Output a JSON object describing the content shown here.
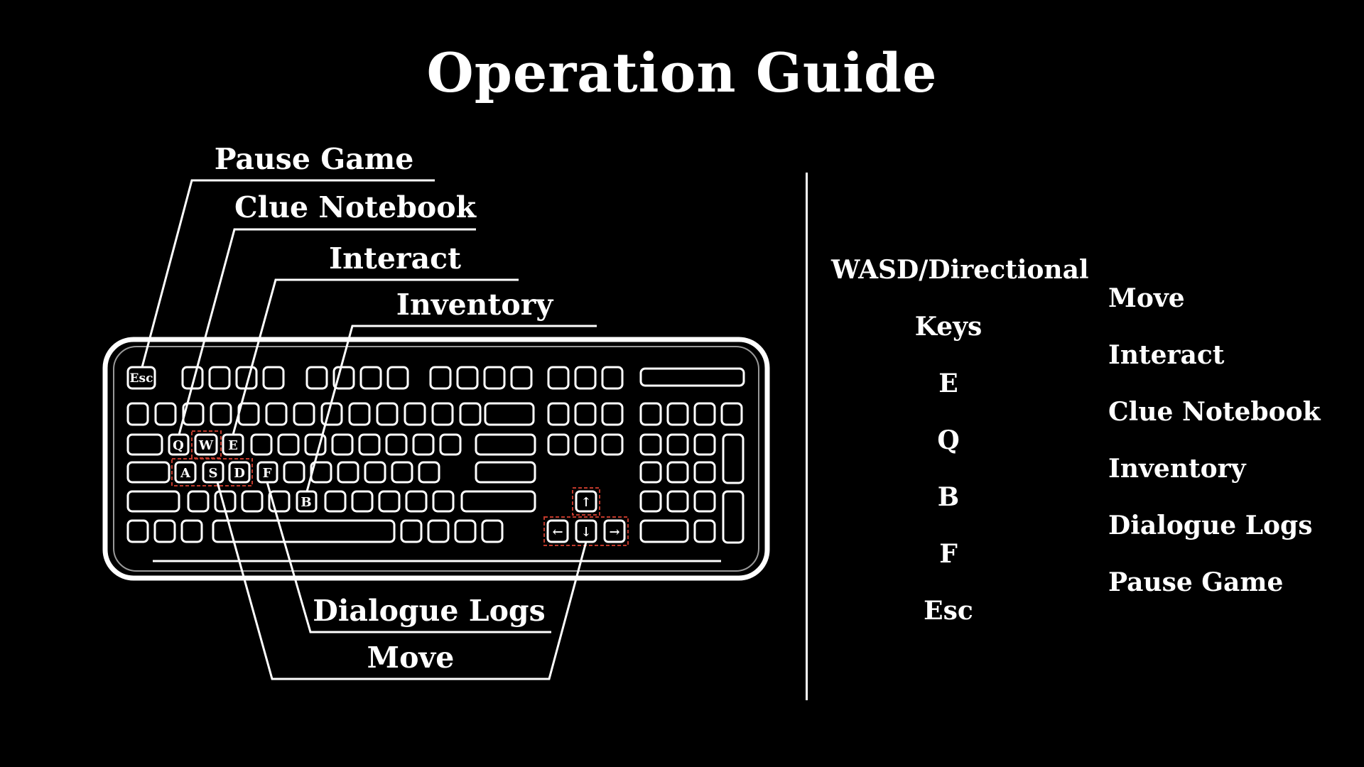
{
  "title": "Operation Guide",
  "callouts": {
    "pause_game": "Pause Game",
    "clue_notebook": "Clue Notebook",
    "interact": "Interact",
    "inventory": "Inventory",
    "dialogue_logs": "Dialogue Logs",
    "move": "Move"
  },
  "keyboard": {
    "keys": {
      "esc": "Esc",
      "q": "Q",
      "w": "W",
      "e": "E",
      "a": "A",
      "s": "S",
      "d": "D",
      "f": "F",
      "b": "B",
      "up": "↑",
      "left": "←",
      "down": "↓",
      "right": "→"
    }
  },
  "bindings": {
    "keys": [
      "WASD/Directional",
      "Keys",
      "E",
      "Q",
      "B",
      "F",
      "Esc"
    ],
    "actions": [
      "Move",
      "Interact",
      "Clue Notebook",
      "Inventory",
      "Dialogue Logs",
      "Pause Game"
    ]
  },
  "colors": {
    "background": "#000000",
    "foreground": "#ffffff",
    "highlight": "#c0392b"
  }
}
